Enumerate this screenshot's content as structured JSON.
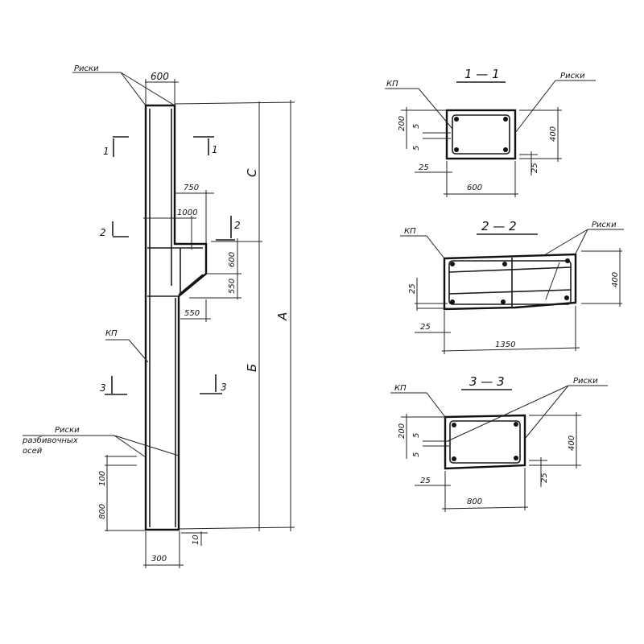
{
  "elevation": {
    "label_riski_top": "Риски",
    "dim_top_width": "600",
    "dim_c": "С",
    "dim_a": "А",
    "dim_b": "Б",
    "dim_750": "750",
    "dim_1000": "1000",
    "dim_600": "600",
    "dim_550_v": "550",
    "dim_550_h": "550",
    "label_kp": "КП",
    "label_riski_axes_1": "Риски",
    "label_riski_axes_2": "разбивочных",
    "label_riski_axes_3": "осей",
    "dim_100": "100",
    "dim_800": "800",
    "dim_300": "300",
    "dim_10": "10",
    "section_marks": {
      "s1": "1",
      "s2": "2",
      "s3": "3"
    }
  },
  "sections": [
    {
      "title": "1 — 1",
      "kp": "КП",
      "riski": "Риски",
      "dim_200": "200",
      "dim_5a": "5",
      "dim_5b": "5",
      "dim_height": "400",
      "dim_25_left": "25",
      "dim_25_right": "25",
      "dim_width": "600"
    },
    {
      "title": "2 — 2",
      "kp": "КП",
      "riski": "Риски",
      "dim_25_v": "25",
      "dim_height": "400",
      "dim_25_left": "25",
      "dim_width": "1350"
    },
    {
      "title": "3 — 3",
      "kp": "КП",
      "riski": "Риски",
      "dim_200": "200",
      "dim_5a": "5",
      "dim_5b": "5",
      "dim_height": "400",
      "dim_25_left": "25",
      "dim_25_right": "25",
      "dim_width": "800"
    }
  ]
}
